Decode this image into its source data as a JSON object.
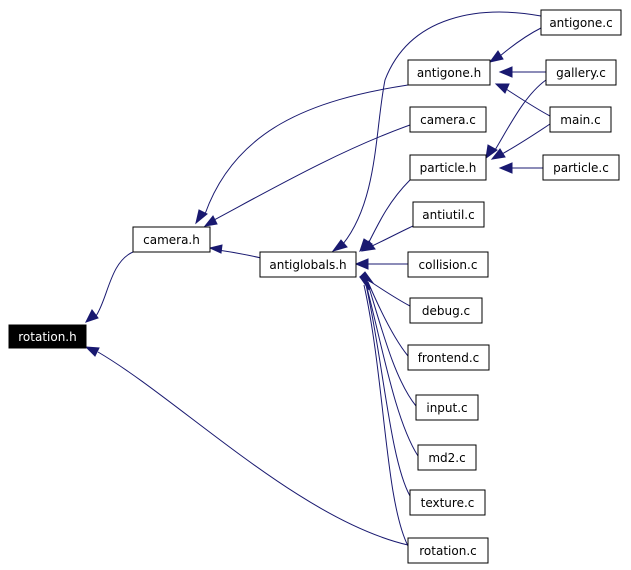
{
  "nodes": [
    {
      "id": "rotation_h",
      "label": "rotation.h",
      "root": true
    },
    {
      "id": "camera_h",
      "label": "camera.h"
    },
    {
      "id": "antiglobals_h",
      "label": "antiglobals.h"
    },
    {
      "id": "antigone_h",
      "label": "antigone.h"
    },
    {
      "id": "particle_h",
      "label": "particle.h"
    },
    {
      "id": "antigone_c",
      "label": "antigone.c"
    },
    {
      "id": "gallery_c",
      "label": "gallery.c"
    },
    {
      "id": "main_c",
      "label": "main.c"
    },
    {
      "id": "particle_c",
      "label": "particle.c"
    },
    {
      "id": "camera_c",
      "label": "camera.c"
    },
    {
      "id": "antiutil_c",
      "label": "antiutil.c"
    },
    {
      "id": "collision_c",
      "label": "collision.c"
    },
    {
      "id": "debug_c",
      "label": "debug.c"
    },
    {
      "id": "frontend_c",
      "label": "frontend.c"
    },
    {
      "id": "input_c",
      "label": "input.c"
    },
    {
      "id": "md2_c",
      "label": "md2.c"
    },
    {
      "id": "texture_c",
      "label": "texture.c"
    },
    {
      "id": "rotation_c",
      "label": "rotation.c"
    }
  ],
  "edges": [
    {
      "from": "camera_h",
      "to": "rotation_h"
    },
    {
      "from": "rotation_c",
      "to": "rotation_h"
    },
    {
      "from": "antiglobals_h",
      "to": "camera_h"
    },
    {
      "from": "camera_c",
      "to": "camera_h"
    },
    {
      "from": "antigone_h",
      "to": "camera_h"
    },
    {
      "from": "antigone_c",
      "to": "antiglobals_h"
    },
    {
      "from": "particle_h",
      "to": "antiglobals_h"
    },
    {
      "from": "antiutil_c",
      "to": "antiglobals_h"
    },
    {
      "from": "collision_c",
      "to": "antiglobals_h"
    },
    {
      "from": "debug_c",
      "to": "antiglobals_h"
    },
    {
      "from": "frontend_c",
      "to": "antiglobals_h"
    },
    {
      "from": "input_c",
      "to": "antiglobals_h"
    },
    {
      "from": "md2_c",
      "to": "antiglobals_h"
    },
    {
      "from": "texture_c",
      "to": "antiglobals_h"
    },
    {
      "from": "rotation_c",
      "to": "antiglobals_h"
    },
    {
      "from": "antigone_c",
      "to": "antigone_h"
    },
    {
      "from": "gallery_c",
      "to": "antigone_h"
    },
    {
      "from": "main_c",
      "to": "antigone_h"
    },
    {
      "from": "gallery_c",
      "to": "particle_h"
    },
    {
      "from": "main_c",
      "to": "particle_h"
    },
    {
      "from": "particle_c",
      "to": "particle_h"
    }
  ]
}
